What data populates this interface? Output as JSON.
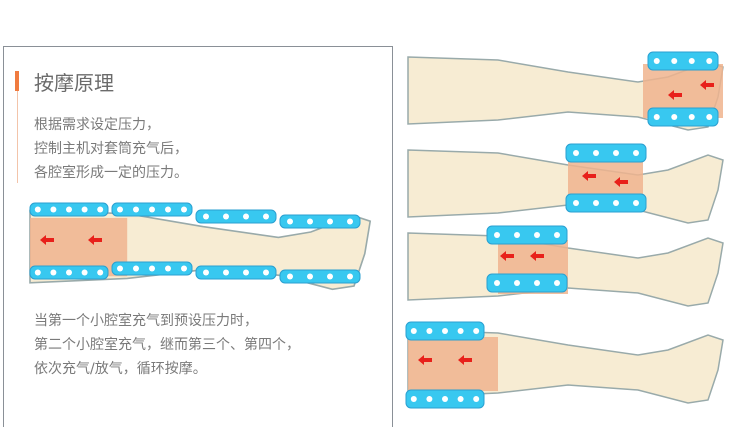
{
  "title": "按摩原理",
  "intro": [
    "根据需求设定压力，",
    "控制主机对套筒充气后，",
    "各腔室形成一定的压力。"
  ],
  "steps": [
    "当第一个小腔室充气到预设压力时，",
    "第二个小腔室充气，继而第三个、第四个，",
    "依次充气/放气，循环按摩。"
  ],
  "colors": {
    "accent": "#f07b3f",
    "cuff": "#38c8f0",
    "skin": "#f7ecd3",
    "pressure": "#f0b48e",
    "arrow": "#e8201a"
  }
}
